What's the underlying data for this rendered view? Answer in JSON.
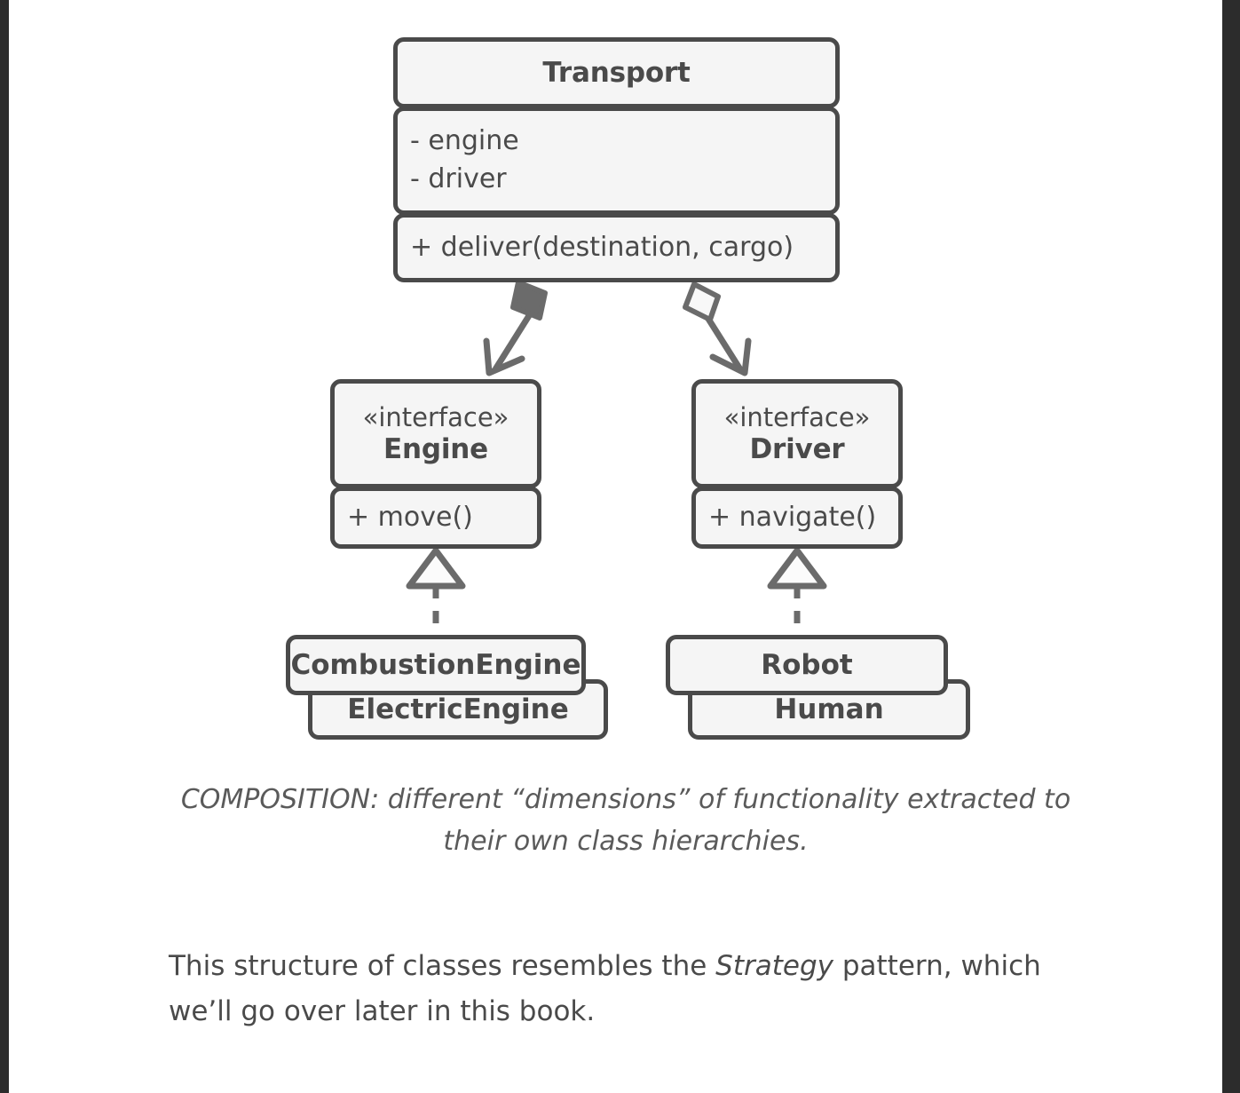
{
  "diagram": {
    "type": "uml-class-diagram",
    "classes": {
      "transport": {
        "name": "Transport",
        "attributes": [
          "- engine",
          "- driver"
        ],
        "operations": [
          "+ deliver(destination, cargo)"
        ]
      },
      "engine": {
        "stereotype": "«interface»",
        "name": "Engine",
        "operations": [
          "+ move()"
        ]
      },
      "driver": {
        "stereotype": "«interface»",
        "name": "Driver",
        "operations": [
          "+ navigate()"
        ]
      },
      "combustion_engine": {
        "name": "CombustionEngine"
      },
      "electric_engine": {
        "name": "ElectricEngine"
      },
      "robot": {
        "name": "Robot"
      },
      "human": {
        "name": "Human"
      }
    },
    "relationships": [
      {
        "kind": "composition",
        "from": "Transport",
        "to": "Engine",
        "marker": "filled-diamond",
        "arrowhead": "open"
      },
      {
        "kind": "aggregation",
        "from": "Transport",
        "to": "Driver",
        "marker": "hollow-diamond",
        "arrowhead": "open"
      },
      {
        "kind": "realization",
        "from": "CombustionEngine",
        "to": "Engine",
        "line": "dashed",
        "arrowhead": "hollow-triangle"
      },
      {
        "kind": "realization",
        "from": "Robot",
        "to": "Driver",
        "line": "dashed",
        "arrowhead": "hollow-triangle"
      }
    ],
    "colors": {
      "box_fill": "#f5f5f5",
      "box_stroke": "#4a4a4a",
      "text": "#4a4a4a",
      "page_background": "#ffffff",
      "frame": "#2c2c2c"
    }
  },
  "caption": {
    "text": "COMPOSITION: different “dimensions” of functionality extracted to their own class hierarchies."
  },
  "body": {
    "before_italic": "This structure of classes resembles the ",
    "italic": "Strategy",
    "after_italic": " pattern, which we’ll go over later in this book."
  }
}
